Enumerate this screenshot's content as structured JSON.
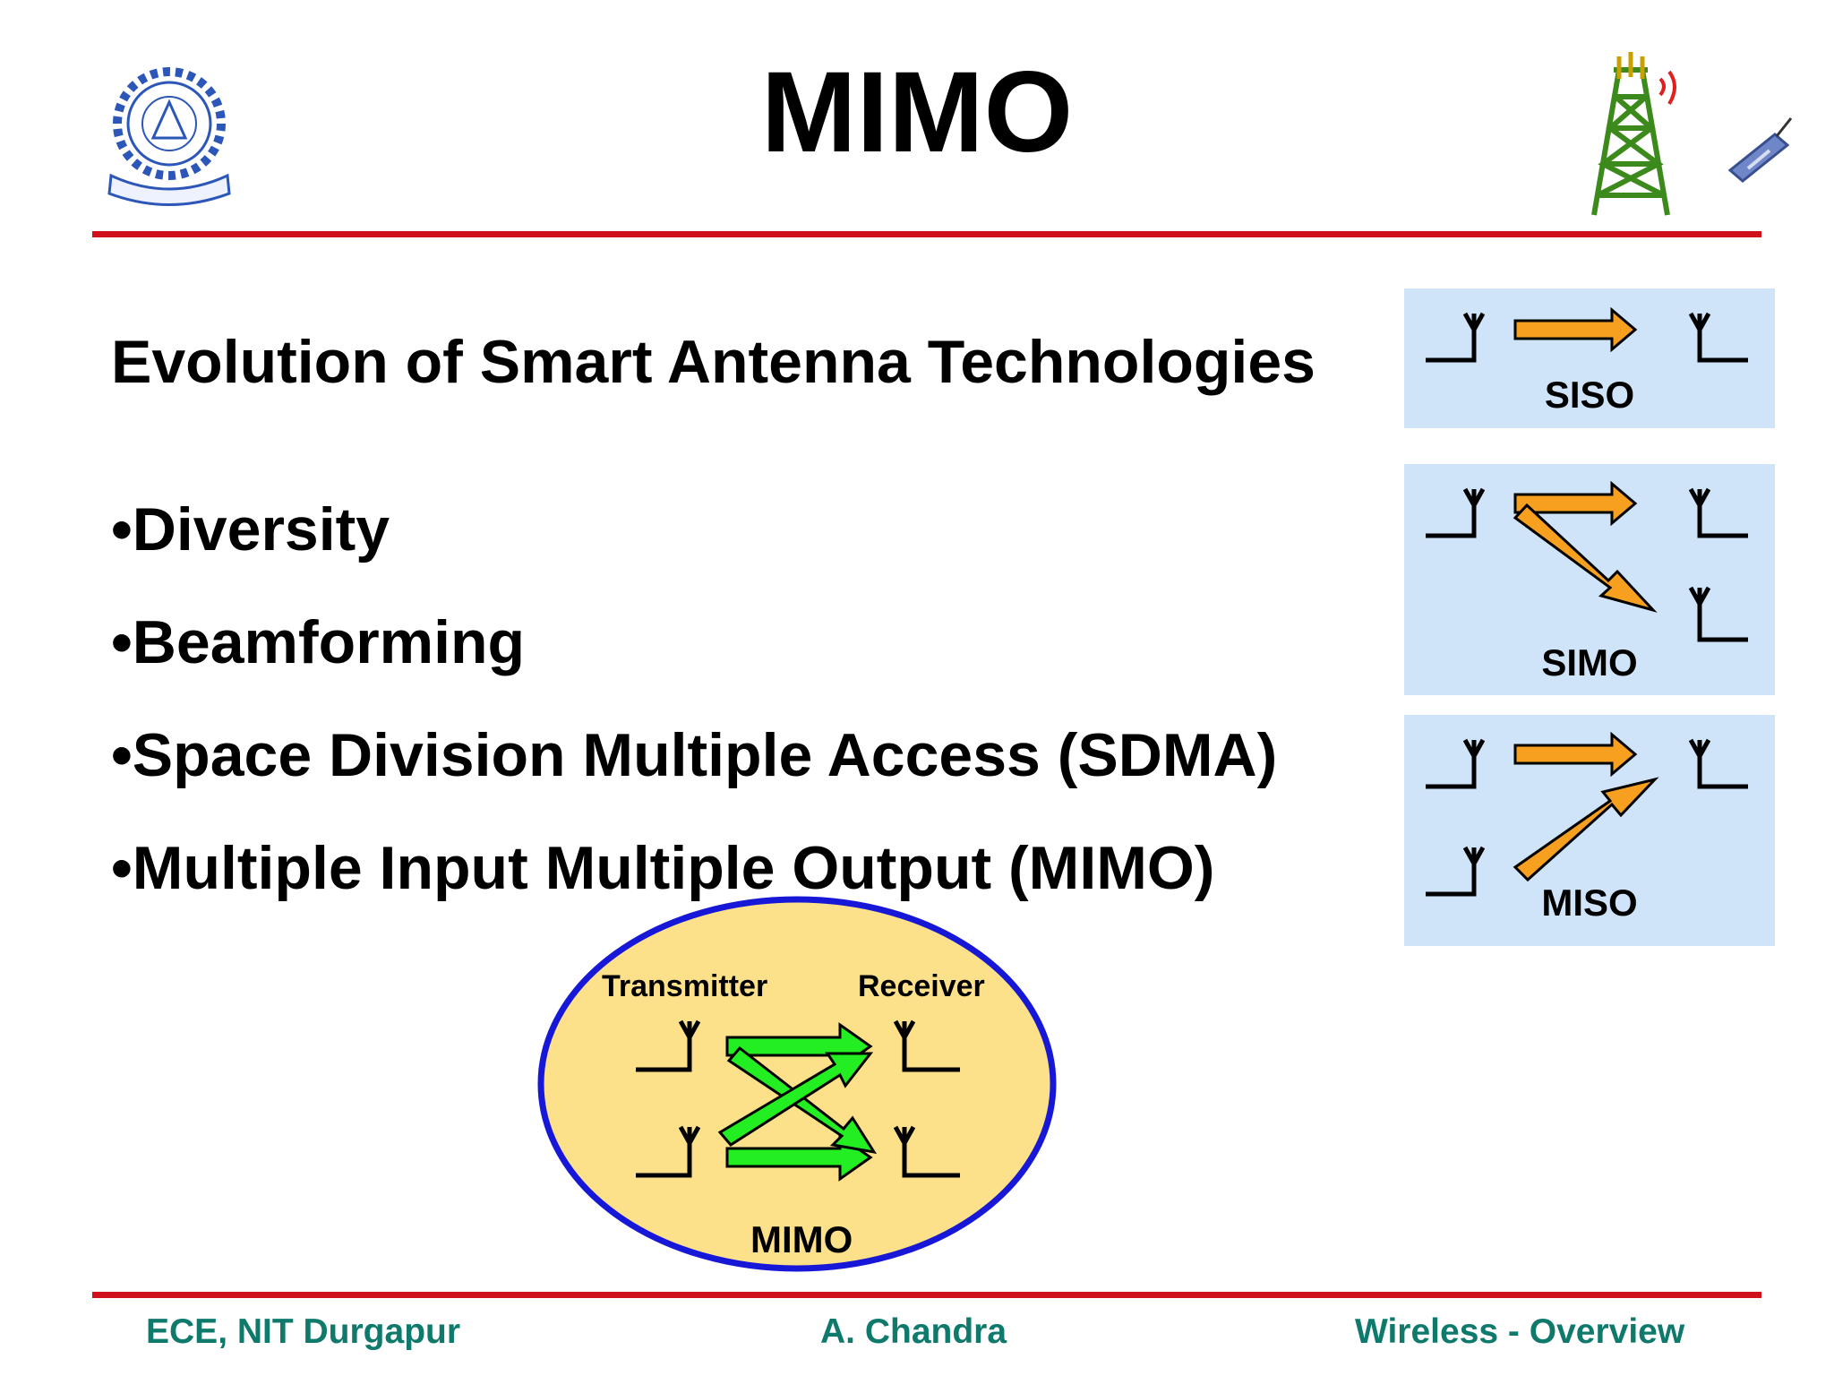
{
  "slide": {
    "title": "MIMO",
    "subtitle": "Evolution of Smart Antenna Technologies",
    "bullets": [
      "•Diversity",
      "•Beamforming",
      "•Space Division Multiple Access (SDMA)",
      "•Multiple Input Multiple Output (MIMO)"
    ]
  },
  "diagrams": {
    "siso_label": "SISO",
    "simo_label": "SIMO",
    "miso_label": "MISO",
    "mimo": {
      "transmitter_label": "Transmitter",
      "receiver_label": "Receiver",
      "label": "MIMO"
    }
  },
  "footer": {
    "left": "ECE, NIT Durgapur",
    "center": "A. Chandra",
    "right": "Wireless - Overview"
  },
  "icons": [
    "institute-logo-icon",
    "cell-tower-icon",
    "mobile-phone-icon"
  ],
  "colors": {
    "rule": "#d0111b",
    "footer_text": "#0f7a6c",
    "panel_bg": "#cfe4f8",
    "arrow_orange": "#f7a020",
    "arrow_green": "#22ee22",
    "ellipse_fill": "#fde08a",
    "ellipse_border": "#1717d8"
  }
}
